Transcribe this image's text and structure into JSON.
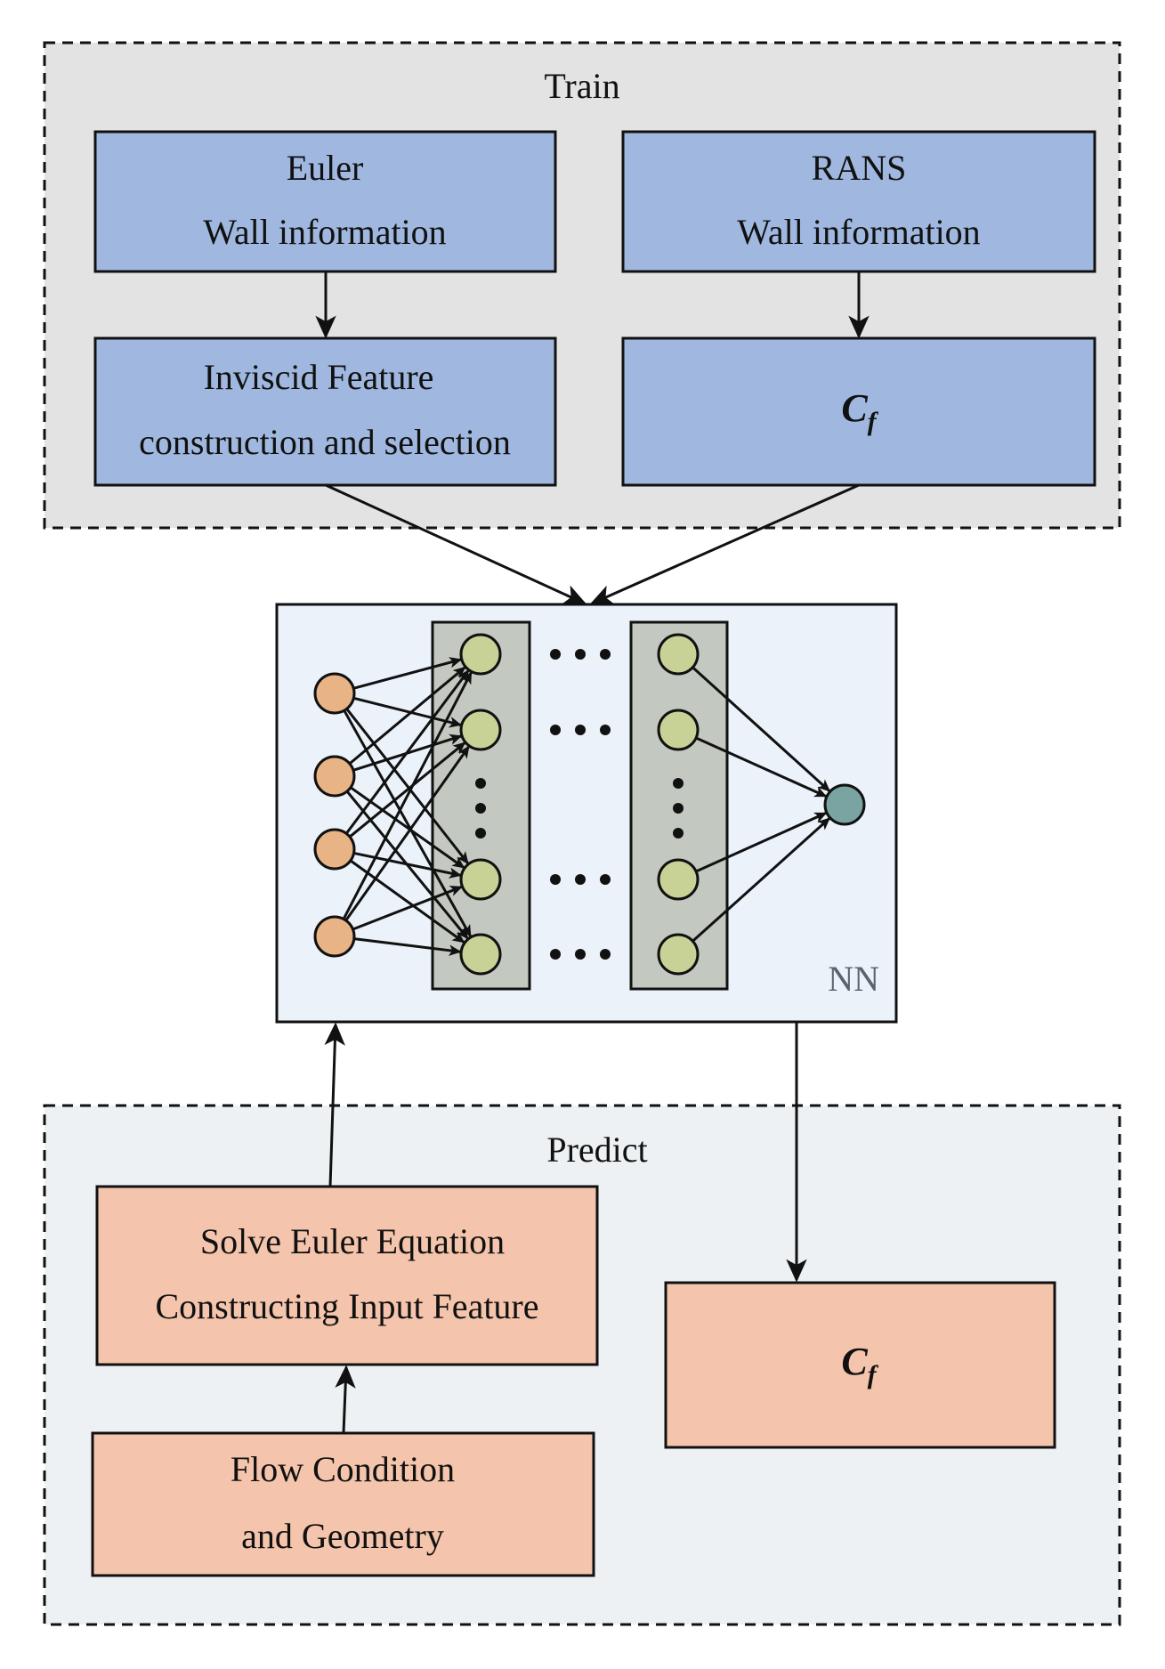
{
  "train": {
    "title": "Train",
    "euler_line1": "Euler",
    "euler_line2": "Wall information",
    "rans_line1": "RANS",
    "rans_line2": "Wall information",
    "feature_line1": "Inviscid Feature",
    "feature_line2": "construction and selection",
    "cf_symbol": "C",
    "cf_subscript": "f"
  },
  "nn": {
    "label": "NN",
    "input_nodes": 4,
    "hidden_nodes_visible": 4,
    "output_nodes": 1
  },
  "predict": {
    "title": "Predict",
    "solve_line1": "Solve Euler Equation",
    "solve_line2": "Constructing Input Feature",
    "flow_line1": "Flow Condition",
    "flow_line2": "and Geometry",
    "cf_symbol": "C",
    "cf_subscript": "f"
  },
  "colors": {
    "train_bg": "#e3e3e3",
    "train_box": "#a0b8e0",
    "predict_bg": "#edf1f3",
    "predict_box": "#f4c5ac",
    "nn_bg": "#ebf2f9",
    "layer_band": "#c3c9c0",
    "input_node": "#e8b385",
    "hidden_node": "#c8d196",
    "output_node": "#7aa4a2"
  }
}
